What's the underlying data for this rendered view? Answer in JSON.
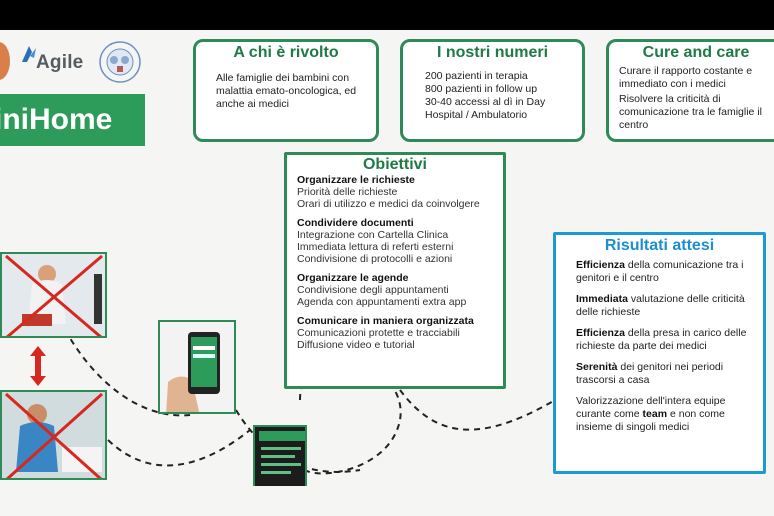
{
  "colors": {
    "green": "#2e8b57",
    "blue": "#1b9bd1",
    "brand": "#2d9c5a"
  },
  "header": {
    "logo_text": "Agile",
    "product_title": "iniHome"
  },
  "target": {
    "title": "A chi è rivolto",
    "text": "Alle famiglie dei bambini con malattia emato-oncologica, ed anche ai medici"
  },
  "numbers": {
    "title": "I nostri numeri",
    "lines": [
      "200 pazienti in terapia",
      "800 pazienti in follow up",
      "30-40 accessi al dì in Day",
      "Hospital / Ambulatorio"
    ]
  },
  "care": {
    "title": "Cure and care",
    "p1": "Curare il rapporto costante e immediato con i medici",
    "p2": "Risolvere la criticità di comunicazione tra le famiglie il centro"
  },
  "objectives": {
    "title": "Obiettivi",
    "sections": [
      {
        "title": "Organizzare le richieste",
        "lines": [
          "Priorità delle  richieste",
          "Orari di utilizzo e medici da coinvolgere"
        ]
      },
      {
        "title": "Condividere documenti",
        "lines": [
          "Integrazione con Cartella Clinica",
          "Immediata lettura di referti esterni",
          "Condivisione di protocolli e azioni"
        ]
      },
      {
        "title": "Organizzare le agende",
        "lines": [
          "Condivisione degli appuntamenti",
          "Agenda con appuntamenti extra app"
        ]
      },
      {
        "title": "Comunicare in maniera organizzata",
        "lines": [
          "Comunicazioni protette e tracciabili",
          "Diffusione video e tutorial"
        ]
      }
    ]
  },
  "results": {
    "title": "Risultati attesi",
    "items": [
      {
        "bold": "Efficienza",
        "text": " della comunicazione tra i genitori e il centro"
      },
      {
        "bold": "Immediata",
        "text": " valutazione delle criticità delle richieste"
      },
      {
        "bold": "Efficienza",
        "text": " della presa in carico delle richieste da parte dei medici"
      },
      {
        "bold": "Serenità",
        "text": " dei genitori nei periodi trascorsi a casa"
      },
      {
        "pre": "Valorizzazione dell'intera equipe curante come ",
        "bold": "team",
        "text": " e non come insieme di singoli medici"
      }
    ]
  },
  "icons": [
    "agile-logo-icon",
    "university-seal-icon",
    "double-arrow-icon",
    "cross-out-icon",
    "smartphone-icon"
  ]
}
